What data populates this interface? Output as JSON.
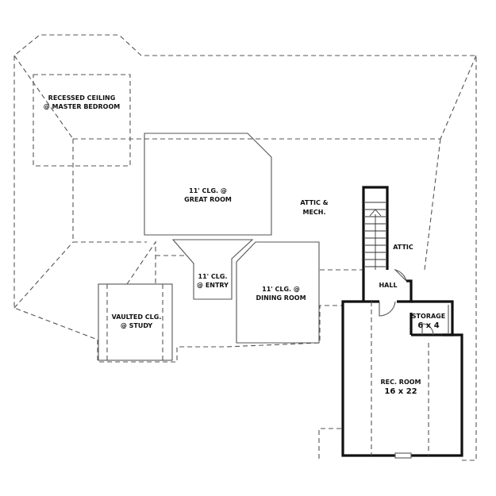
{
  "labels": {
    "recessed_ceiling_1": "RECESSED CEILING",
    "recessed_ceiling_2": "@ MASTER BEDROOM",
    "great_room_1": "11' CLG. @",
    "great_room_2": "GREAT ROOM",
    "attic_mech_1": "ATTIC &",
    "attic_mech_2": "MECH.",
    "attic": "ATTIC",
    "entry_1": "11' CLG.",
    "entry_2": "@ ENTRY",
    "hall": "HALL",
    "dining_room_1": "11' CLG. @",
    "dining_room_2": "DINING ROOM",
    "study_1": "VAULTED CLG.",
    "study_2": "@ STUDY",
    "storage_1": "STORAGE",
    "storage_2": "6 x 4",
    "rec_room_1": "REC. ROOM",
    "rec_room_2": "16 x 22"
  }
}
